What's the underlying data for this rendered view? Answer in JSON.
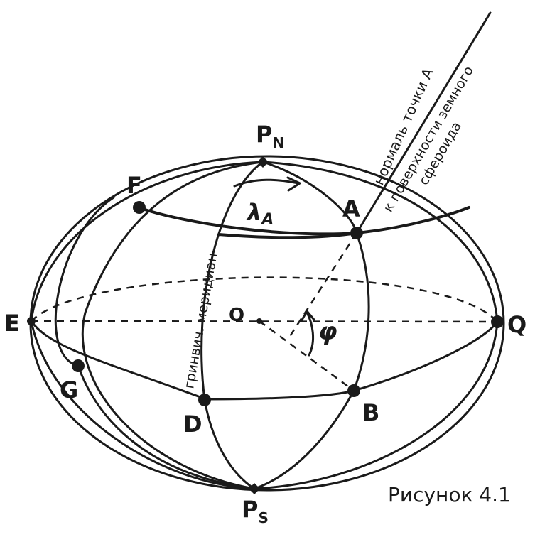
{
  "points": {
    "pn": "P",
    "pn_sub": "N",
    "ps": "P",
    "ps_sub": "S",
    "a": "A",
    "b": "B",
    "d": "D",
    "e": "E",
    "f": "F",
    "g": "G",
    "q": "Q",
    "o": "O"
  },
  "labels": {
    "lambda": "λ",
    "lambda_sub": "A",
    "phi": "φ",
    "meridian": "гринвич. меридиан",
    "normal_line1": "нормаль точки А",
    "normal_line2": "к поверхности земного",
    "normal_line3": "сфероида",
    "caption": "Рисунок 4.1"
  }
}
